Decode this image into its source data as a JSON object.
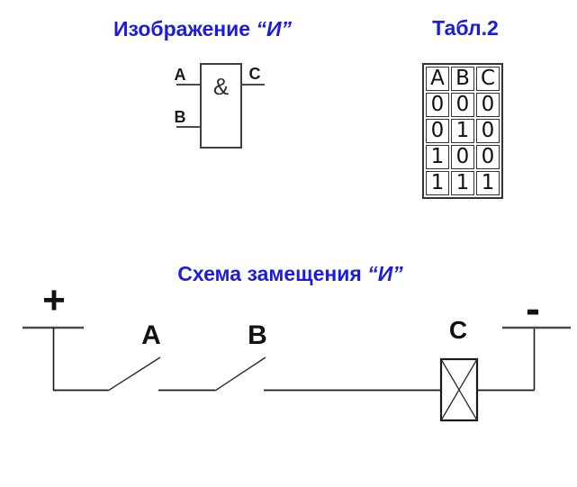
{
  "colors": {
    "title_blue": "#1c1ce0",
    "line_dark": "#1a1a1a"
  },
  "gate_section": {
    "title_main": "Изображение",
    "title_quoted": "“И”",
    "gate_symbol": "&",
    "input_a_label": "A",
    "input_b_label": "B",
    "output_c_label": "C"
  },
  "table_section": {
    "title": "Табл.2",
    "header": [
      "A",
      "B",
      "C"
    ],
    "rows": [
      [
        "0",
        "0",
        "0"
      ],
      [
        "0",
        "1",
        "0"
      ],
      [
        "1",
        "0",
        "0"
      ],
      [
        "1",
        "1",
        "1"
      ]
    ]
  },
  "circuit_section": {
    "title_main": "Схема замещения",
    "title_quoted": "“И”",
    "plus_label": "+",
    "minus_label": "-",
    "switch_a_label": "A",
    "switch_b_label": "B",
    "load_label": "C"
  }
}
